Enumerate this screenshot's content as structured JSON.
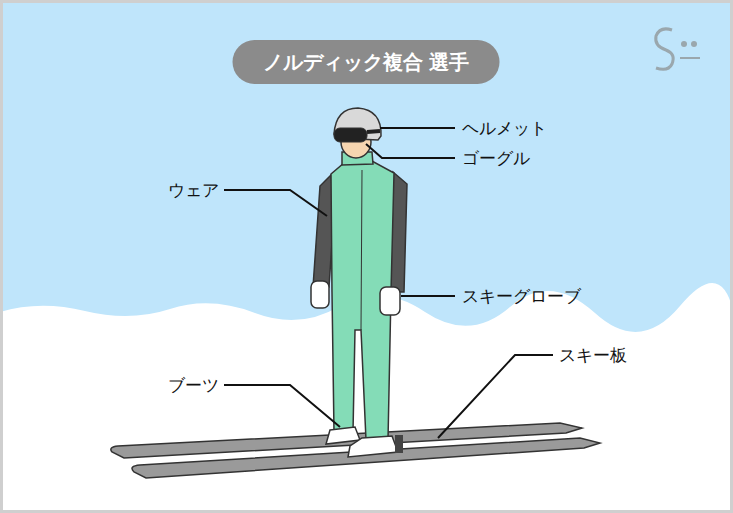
{
  "diagram": {
    "title": "ノルディック複合 選手",
    "labels": [
      "ヘルメット",
      "ゴーグル",
      "ウェア",
      "スキーグローブ",
      "ブーツ",
      "スキー板"
    ]
  }
}
